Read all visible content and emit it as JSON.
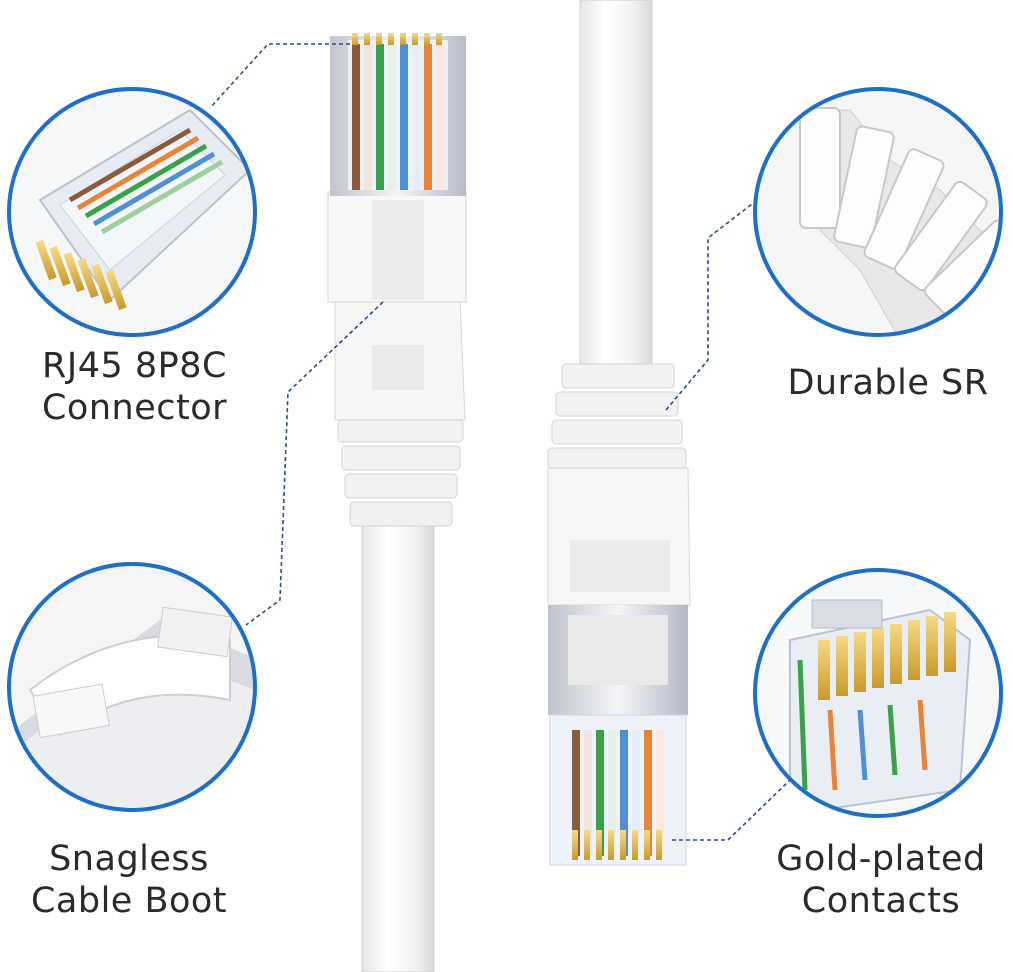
{
  "labels": {
    "rj45": {
      "line1": "RJ45 8P8C",
      "line2": "Connector"
    },
    "snagless": {
      "line1": "Snagless",
      "line2": "Cable Boot"
    },
    "durable": {
      "line1": "Durable SR"
    },
    "gold": {
      "line1": "Gold-plated",
      "line2": "Contacts"
    }
  },
  "icons": [
    "rj45-connector-closeup",
    "snagless-boot-closeup",
    "strain-relief-closeup",
    "gold-contacts-closeup"
  ],
  "colors": {
    "circle_ring": "#1f6fc5",
    "leader_line": "#2b4c8c",
    "cable": "#f4f4f4",
    "wire_orange": "#e8843a",
    "wire_green": "#3aa04a",
    "wire_blue": "#4f8fd6",
    "wire_brown": "#8a5a3c",
    "gold": "#e5b94a"
  }
}
